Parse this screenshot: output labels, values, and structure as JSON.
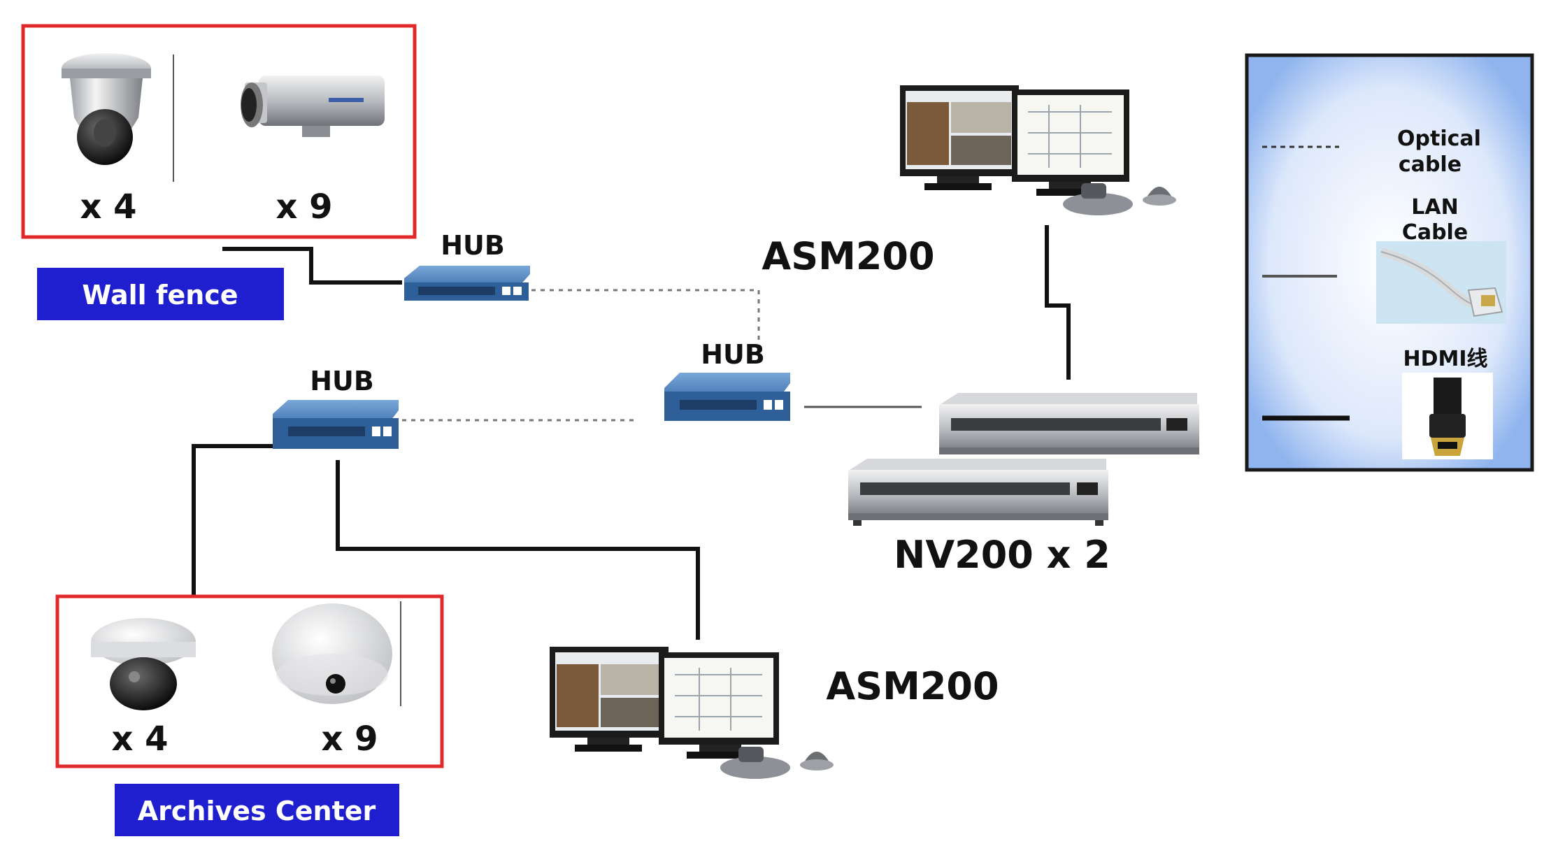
{
  "colors": {
    "group_border": "#e0292b",
    "location_banner": "#1f1fd0",
    "hub_blue": "#3b6ea8",
    "recorder_silver": "#8c8f94",
    "legend_frame": "#1a1a1a",
    "legend_fill": "#8fb4ee",
    "cable": "#111111"
  },
  "camera_groups": [
    {
      "location": "Wall fence",
      "counts": [
        "x 4",
        "x 9"
      ],
      "camera_icons": [
        "ptz-dome-camera-icon",
        "box-camera-icon"
      ]
    },
    {
      "location": "Archives Center",
      "counts": [
        "x 4",
        "x 9"
      ],
      "camera_icons": [
        "dome-camera-icon",
        "fisheye-camera-icon"
      ]
    }
  ],
  "hubs": [
    {
      "label": "HUB"
    },
    {
      "label": "HUB"
    },
    {
      "label": "HUB"
    }
  ],
  "workstations": [
    {
      "label": "ASM200",
      "icon": "dual-monitor-workstation-icon"
    },
    {
      "label": "ASM200",
      "icon": "dual-monitor-workstation-icon"
    }
  ],
  "recorders": {
    "label": "NV200 x 2",
    "icon": "network-video-recorder-icon"
  },
  "legend": {
    "items": [
      {
        "label_lines": [
          "Optical",
          "cable"
        ],
        "line_style": "dashed"
      },
      {
        "label_lines": [
          "LAN",
          "Cable"
        ],
        "line_style": "solid-thin",
        "icon": "lan-cable-icon"
      },
      {
        "label_lines": [
          "HDMI线"
        ],
        "line_style": "solid-thick",
        "icon": "hdmi-cable-icon"
      }
    ]
  }
}
